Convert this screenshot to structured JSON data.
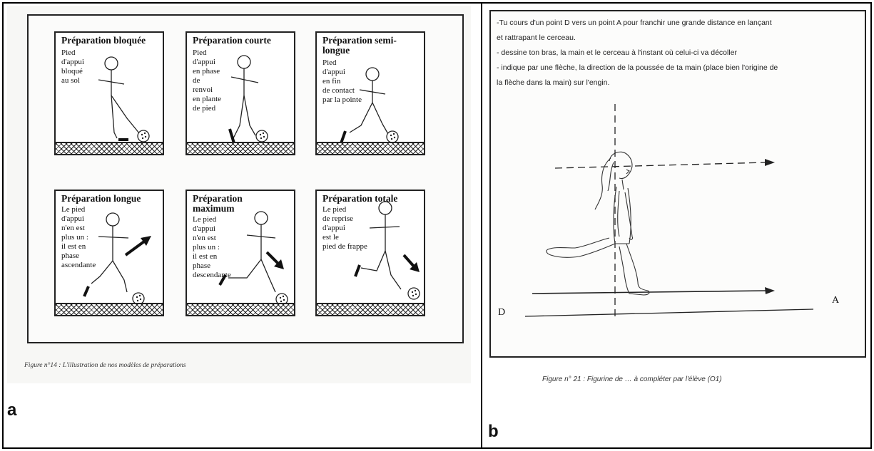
{
  "panel_a": {
    "label": "a",
    "caption": "Figure n°14 : L'illustration de nos modèles de préparations",
    "boxes": [
      {
        "title": "Préparation bloquée",
        "desc": "Pied\nd'appui\nbloqué\nau sol"
      },
      {
        "title": "Préparation courte",
        "desc": "Pied\nd'appui\nen phase\nde\nrenvoi\nen plante\nde pied"
      },
      {
        "title": "Préparation semi-\nlongue",
        "desc": "Pied\nd'appui\nen fin\nde contact\npar la pointe"
      },
      {
        "title": "Préparation longue",
        "desc": "Le pied\nd'appui\nn'en est\nplus un :\nil est en\nphase\nascendante"
      },
      {
        "title": "Préparation\nmaximum",
        "desc": "Le pied\nd'appui\nn'en est\nplus un :\nil est en\nphase\ndescendante"
      },
      {
        "title": "Préparation totale",
        "desc": "Le pied\nde reprise\nd'appui\nest le\npied de frappe"
      }
    ]
  },
  "panel_b": {
    "label": "b",
    "instructions": [
      "-Tu cours d'un point D vers un point A pour franchir une grande distance en lançant",
      "et rattrapant le cerceau.",
      "- dessine ton bras, la main et le cerceau à l'instant où celui-ci va décoller",
      "- indique par une flèche, la direction de la poussée de ta main (place bien l'origine de",
      "la flèche dans la main) sur l'engin."
    ],
    "point_start": "D",
    "point_end": "A",
    "caption": "Figure n° 21 : Figurine de … à compléter par l'élève (O1)"
  }
}
